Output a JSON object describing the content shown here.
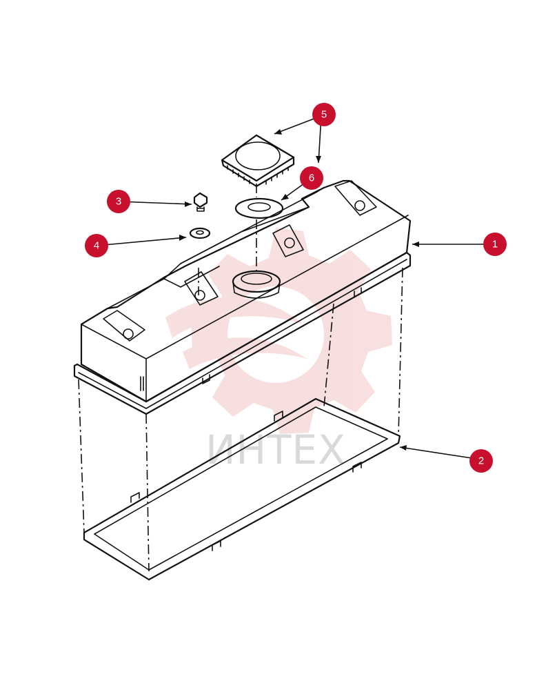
{
  "colors": {
    "callout": "#c8102e",
    "callout_text": "#ffffff",
    "line": "#111111",
    "watermark": "#f3c6c6",
    "watermark_text": "#d9d9d9"
  },
  "watermark": {
    "text": "ИНТЕХ"
  },
  "callouts": [
    {
      "label": "1"
    },
    {
      "label": "2"
    },
    {
      "label": "3"
    },
    {
      "label": "4"
    },
    {
      "label": "5"
    },
    {
      "label": "6"
    }
  ]
}
